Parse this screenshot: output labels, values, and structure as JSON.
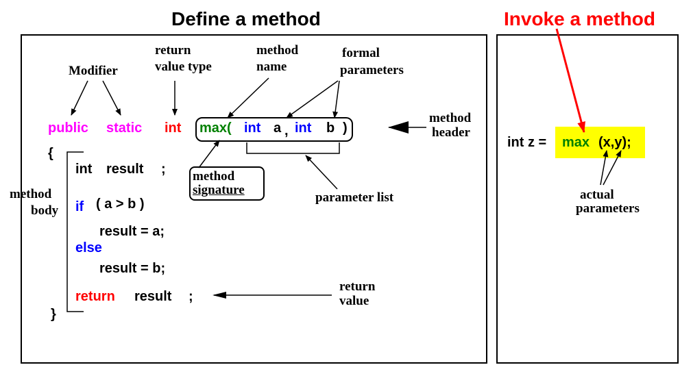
{
  "titles": {
    "define": "Define a method",
    "invoke": "Invoke a method"
  },
  "annotations": {
    "modifier": "Modifier",
    "return_type": [
      "return",
      "value type"
    ],
    "method_name": [
      "method",
      "name"
    ],
    "formal_params": [
      "formal",
      "parameters"
    ],
    "method_header": [
      "method",
      "header"
    ],
    "method_signature": [
      "method",
      "signature"
    ],
    "parameter_list": "parameter list",
    "method_body": [
      "method",
      "body"
    ],
    "return_value": [
      "return",
      "value"
    ],
    "actual_params": [
      "actual",
      "parameters"
    ]
  },
  "code": {
    "public": "public",
    "static": "static",
    "int": "int",
    "max": "max(",
    "p1_type": "int",
    "p1_name": "a",
    "comma": ",",
    "p2_type": "int",
    "p2_name": "b",
    "close_paren": ")",
    "open_brace": "{",
    "decl_type": "int",
    "decl_name": "result",
    "decl_semicolon": ";",
    "if_kw": "if",
    "condition": "(  a > b )",
    "assign_a": "result = a;",
    "else_kw": "else",
    "assign_b": "result = b;",
    "return_kw": "return",
    "return_var": "result",
    "return_semicolon": ";",
    "close_brace": "}"
  },
  "invoke": {
    "prefix": "int z =",
    "call_name": "max",
    "call_args": "(x,y);"
  },
  "colors": {
    "modifier": "#ff00ff",
    "return_type": "#ff0000",
    "method_name": "#008000",
    "param_type": "#0000ff",
    "keyword": "#0000ff",
    "return_kw": "#ff0000",
    "invoke_title": "#ff0000",
    "highlight": "#ffff00",
    "arrow_red": "#ff0000"
  }
}
